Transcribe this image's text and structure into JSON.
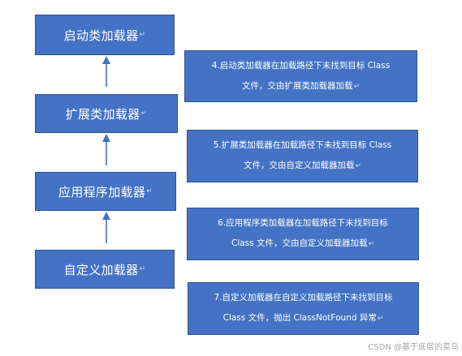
{
  "loaders": [
    {
      "label": "启动类加载器",
      "mark": "↵"
    },
    {
      "label": "扩展类加载器",
      "mark": "↵"
    },
    {
      "label": "应用程序加载器",
      "mark": "↵"
    },
    {
      "label": "自定义加载器",
      "mark": "↵"
    }
  ],
  "notes": [
    {
      "line1": "4.启动类加载器在加载路径下未找到目标 Class",
      "line2": "文件，交由扩展类加载器加载",
      "mark": "↵"
    },
    {
      "line1": "5.扩展类加载器在加载路径下未找到目标 Class",
      "line2": "文件，交由自定义加载器加载",
      "mark": "↵"
    },
    {
      "line1": "6.应用程序类加载器在加载路径下未找到目标",
      "line2": "Class 文件，交由自定义加载器加载",
      "mark": "↵"
    },
    {
      "line1": "7.自定义加载器在自定义加载路径下未找到目标",
      "line2": "Class 文件，抛出 ClassNotFound 异常",
      "mark": "↵"
    }
  ],
  "watermark": "CSDN @基于底层的菜鸟",
  "colors": {
    "box_fill": "#4472c4",
    "box_border": "#2f528f",
    "arrow": "#4472c4",
    "text": "#ffffff"
  }
}
